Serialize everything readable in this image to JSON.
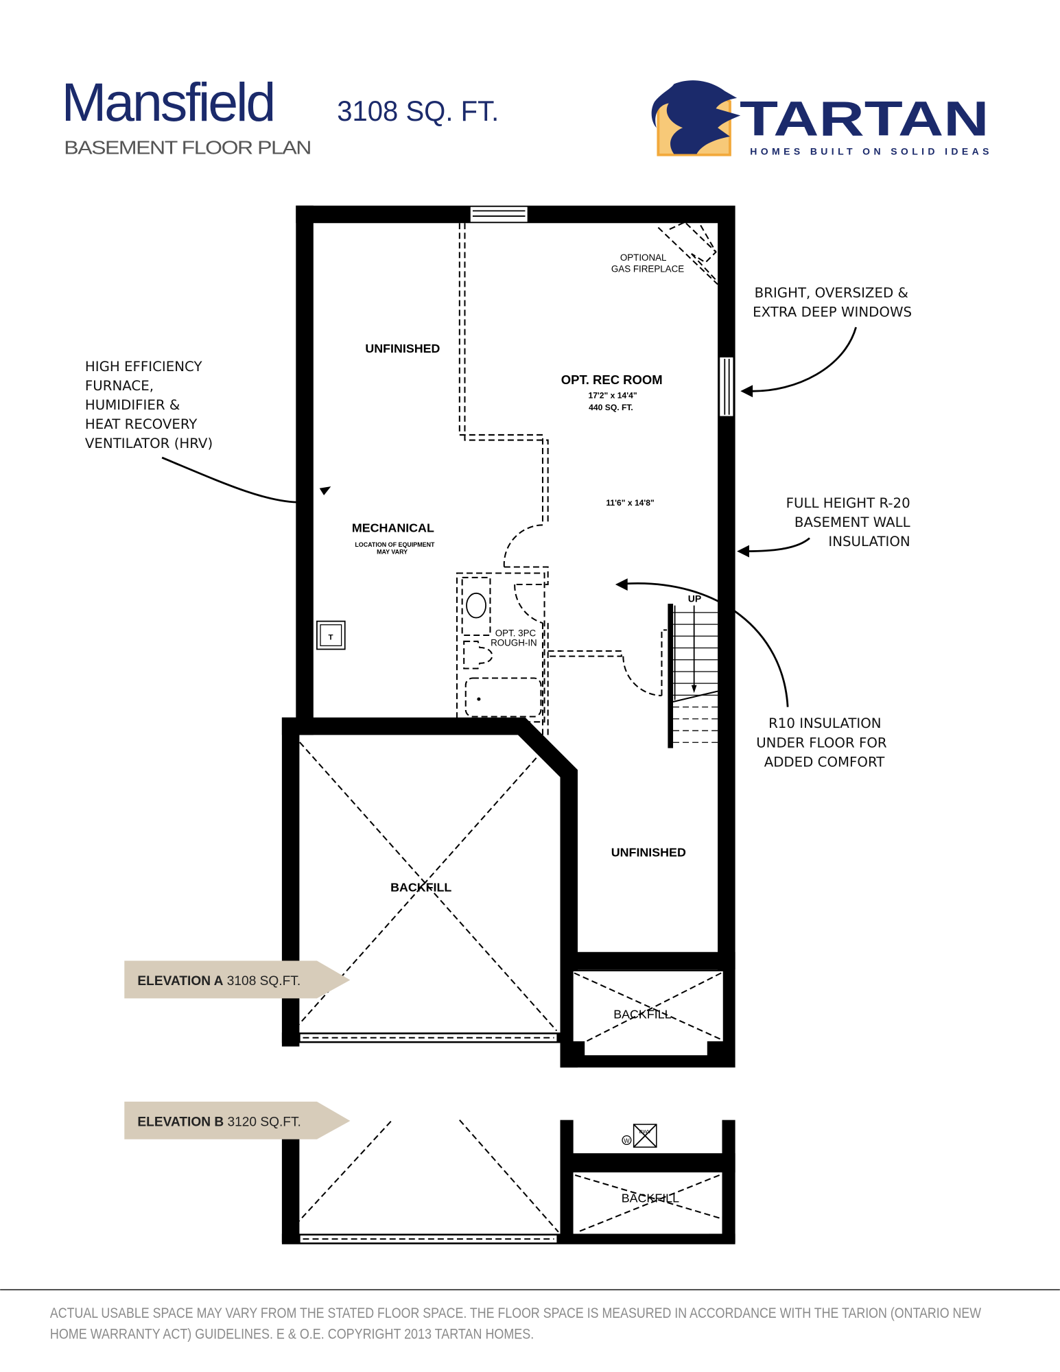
{
  "header": {
    "model_name": "Mansfield",
    "square_feet": "3108 SQ. FT.",
    "plan_title": "BASEMENT FLOOR PLAN",
    "logo": {
      "brand": "TARTAN",
      "tagline": "HOMES BUILT ON SOLID IDEAS",
      "icon": "lion-crest-icon"
    }
  },
  "colors": {
    "brand_navy": "#1b2a6b",
    "brand_gold": "#f2a93b",
    "elevation_tag": "#d7ccba",
    "footer_text": "#8a8a8a"
  },
  "rooms": {
    "unfinished_top": "UNFINISHED",
    "rec_room": {
      "name": "OPT. REC ROOM",
      "dims": "17'2\"  x 14'4\"",
      "area": "440 SQ. FT."
    },
    "fireplace": [
      "OPTIONAL",
      "GAS FIREPLACE"
    ],
    "alt_dims": "11'6\" x 14'8\"",
    "mechanical": {
      "name": "MECHANICAL",
      "note": [
        "LOCATION OF EQUIPMENT",
        "MAY VARY"
      ]
    },
    "bath": [
      "OPT. 3PC",
      "ROUGH-IN"
    ],
    "stairs": "UP",
    "tank": "T",
    "unfinished_bottom": "UNFINISHED",
    "backfill_main": "BACKFILL",
    "backfill_small_a": "BACKFILL",
    "backfill_small_b": "BACKFILL",
    "bwv": "BWV",
    "water_meter": "W"
  },
  "annotations": {
    "furnace": [
      "HIGH EFFICIENCY",
      "FURNACE,",
      "HUMIDIFIER &",
      "HEAT RECOVERY",
      "VENTILATOR (HRV)"
    ],
    "windows": [
      "BRIGHT, OVERSIZED &",
      "EXTRA DEEP WINDOWS"
    ],
    "wall_insulation": [
      "FULL HEIGHT R-20",
      "BASEMENT WALL",
      "INSULATION"
    ],
    "floor_insulation": [
      "R10 INSULATION",
      "UNDER FLOOR FOR",
      "ADDED COMFORT"
    ]
  },
  "elevations": [
    {
      "name": "ELEVATION A",
      "area": "3108 SQ.FT."
    },
    {
      "name": "ELEVATION B",
      "area": "3120 SQ.FT."
    }
  ],
  "footer": {
    "disclaimer": [
      "ACTUAL USABLE SPACE MAY VARY FROM THE STATED FLOOR SPACE. THE FLOOR SPACE IS MEASURED IN ACCORDANCE WITH THE TARION (ONTARIO NEW",
      "HOME WARRANTY ACT) GUIDELINES. E & O.E. COPYRIGHT 2013 TARTAN HOMES."
    ]
  }
}
